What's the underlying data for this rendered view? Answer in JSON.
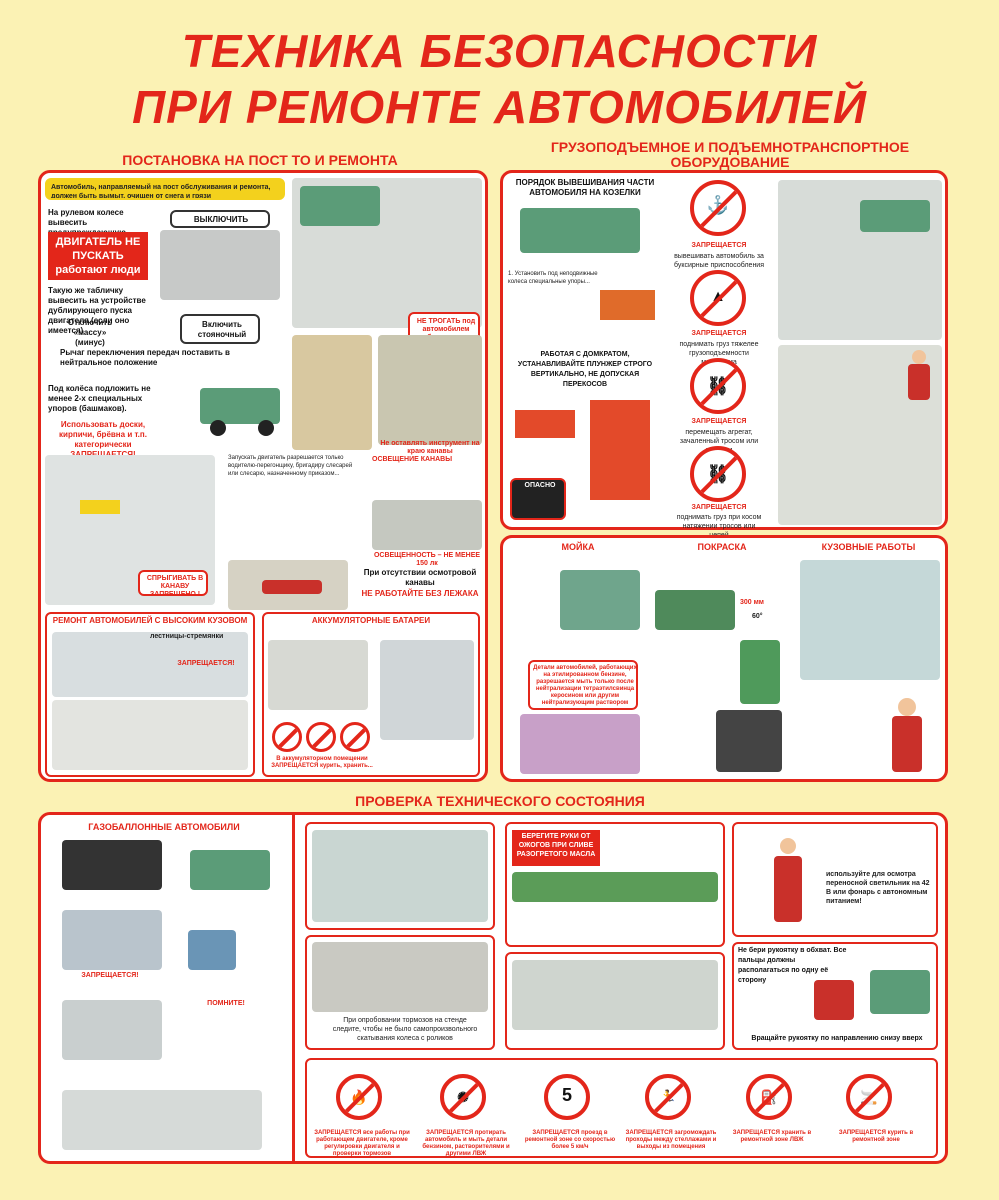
{
  "title": {
    "line1": "ТЕХНИКА БЕЗОПАСНОСТИ",
    "line2": "ПРИ РЕМОНТЕ АВТОМОБИЛЕЙ"
  },
  "sections": {
    "post": "ПОСТАНОВКА НА ПОСТ ТО И РЕМОНТА",
    "lifting": "ГРУЗОПОДЪЕМНОЕ И ПОДЪЕМНОТРАНСПОРТНОЕ ОБОРУДОВАНИЕ",
    "inspection": "ПРОВЕРКА ТЕХНИЧЕСКОГО СОСТОЯНИЯ"
  },
  "post_panel": {
    "intro": "Автомобиль, направляемый на пост обслуживания и ремонта, должен быть вымыт, очищен от снега и грязи",
    "wheel_note": "На рулевом колесе вывесить предупреждающую табличку",
    "ignition_off": "ВЫКЛЮЧИТЬ ЗАЖИГАНИЕ",
    "engine_sign": "ДВИГАТЕЛЬ НЕ ПУСКАТЬ работают люди",
    "dup_note": "Такую же табличку вывесить на устройстве дублирующего пуска двигателя (если оно имеется)",
    "mass_off": "Отключить «массу» (минус)",
    "brake_on": "Включить стояночный тормоз",
    "gear_note": "Рычаг переключения передач поставить в нейтральное положение",
    "chocks_note": "Под колёса подложить не менее 2-х специальных упоров (башмаков).",
    "chocks_forbidden": "Использовать доски, кирпичи, брёвна и т.п. категорически ЗАПРЕЩАЕТСЯ!",
    "dont_touch": "НЕ ТРОГАТЬ под автомобилем работают люди",
    "no_instr": "Не оставлять инструмент на краю канавы",
    "pit_light": "ОСВЕЩЕНИЕ КАНАВЫ",
    "lux": "ОСВЕЩЕННОСТЬ – НЕ МЕНЕЕ 150 лк",
    "no_jump": "СПРЫГИВАТЬ В КАНАВУ ЗАПРЕЩЕНО !",
    "no_pit": "При отсутствии осмотровой канавы",
    "no_lying": "НЕ РАБОТАЙТЕ БЕЗ ЛЕЖАКА"
  },
  "high_body": {
    "header": "РЕМОНТ АВТОМОБИЛЕЙ С ВЫСОКИМ КУЗОВОМ",
    "ladders": "лестницы-стремянки",
    "forbidden": "ЗАПРЕЩАЕТСЯ!"
  },
  "batteries": {
    "header": "АККУМУЛЯТОРНЫЕ БАТАРЕИ",
    "forbidden_note": "В аккумуляторном помещении ЗАПРЕЩАЕТСЯ курить, хранить..."
  },
  "lifting_panel": {
    "stands_header": "ПОРЯДОК ВЫВЕШИВАНИЯ ЧАСТИ АВТОМОБИЛЯ НА КОЗЕЛКИ",
    "jack_note": "РАБОТАЯ С ДОМКРАТОМ, УСТАНАВЛИВАЙТЕ ПЛУНЖЕР СТРОГО ВЕРТИКАЛЬНО, НЕ ДОПУСКАЯ ПЕРЕКОСОВ",
    "danger": "ОПАСНО",
    "forbid1_title": "ЗАПРЕЩАЕТСЯ",
    "forbid1": "вывешивать автомобиль за буксирные приспособления",
    "forbid2_title": "ЗАПРЕЩАЕТСЯ",
    "forbid2": "поднимать груз тяжелее грузоподъемности механизма",
    "forbid3_title": "ЗАПРЕЩАЕТСЯ",
    "forbid3": "перемещать агрегат, зачаленный тросом или канатом",
    "forbid4_title": "ЗАПРЕЩАЕТСЯ",
    "forbid4": "поднимать груз при косом натяжении тросов или цепей"
  },
  "wash_paint": {
    "wash": "МОЙКА",
    "paint": "ПОКРАСКА",
    "body": "КУЗОВНЫЕ РАБОТЫ",
    "degrease_note": "Детали автомобилей, работающих на этилированном бензине, разрешается мыть только после нейтрализации тетраэтилсвинца керосином или другим нейтрализующим раствором",
    "distance": "300 мм",
    "angle": "60°"
  },
  "gas_cars": {
    "header": "ГАЗОБАЛЛОННЫЕ АВТОМОБИЛИ",
    "forbidden": "ЗАПРЕЩАЕТСЯ!",
    "remember": "ПОМНИТЕ!"
  },
  "inspection": {
    "oil_header": "БЕРЕГИТЕ РУКИ ОТ ОЖОГОВ ПРИ СЛИВЕ РАЗОГРЕТОГО МАСЛА",
    "brakes_note": "При опробовании тормозов на стенде следите, чтобы не было самопроизвольного скатывания колеса с роликов",
    "handle_note": "Не бери рукоятку в обхват. Все пальцы должны располагаться по одну её сторону",
    "handle_dir": "Вращайте рукоятку по направлению снизу вверх",
    "lamp_note": "используйте для осмотра переносной светильник на 42 В или фонарь с автономным питанием!"
  },
  "bottom_signs": [
    {
      "icon": "fire-icon",
      "text": "ЗАПРЕЩАЕТСЯ все работы при работающем двигателе, кроме регулировки двигателя и проверки тормозов"
    },
    {
      "icon": "factory-icon",
      "text": "ЗАПРЕЩАЕТСЯ протирать автомобиль и мыть детали бензином, растворителями и другими ЛВЖ"
    },
    {
      "icon": "speed-limit-icon",
      "glyph": "5",
      "text": "ЗАПРЕЩАЕТСЯ проезд в ремонтной зоне со скоростью более 5 км/ч"
    },
    {
      "icon": "exit-blocked-icon",
      "text": "ЗАПРЕЩАЕТСЯ загромождать проходы между стеллажами и выходы из помещения"
    },
    {
      "icon": "canister-icon",
      "text": "ЗАПРЕЩАЕТСЯ хранить в ремонтной зоне ЛВЖ"
    },
    {
      "icon": "no-smoking-icon",
      "text": "ЗАПРЕЩАЕТСЯ курить в ремонтной зоне"
    }
  ],
  "colors": {
    "red": "#e3261a",
    "background": "#fbf2b4",
    "panel": "#ffffff"
  }
}
